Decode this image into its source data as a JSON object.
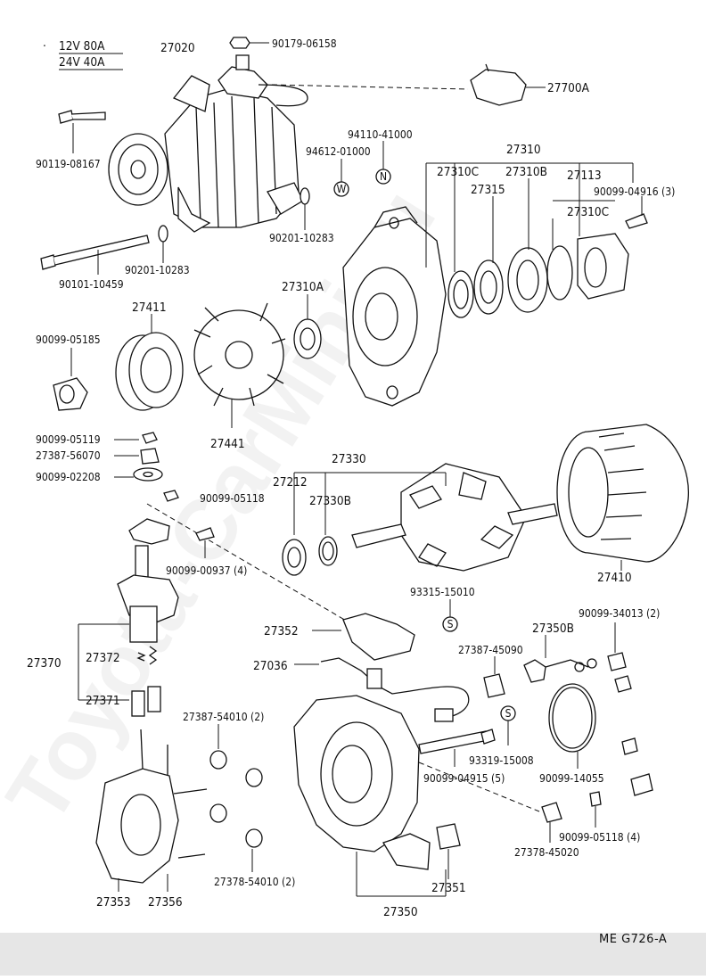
{
  "diagram": {
    "spec": {
      "line1": "12V 80A",
      "line2": "24V 40A"
    },
    "watermark": "Toyota-CarMini.ru",
    "figure_code": "ME  G726-A",
    "labels": {
      "p27020": "27020",
      "p90179_06158": "90179-06158",
      "p27700A": "27700A",
      "p90119_08167": "90119-08167",
      "p94110_41000": "94110-41000",
      "p94612_01000": "94612-01000",
      "p27310": "27310",
      "p27310C_a": "27310C",
      "p27310B": "27310B",
      "p27315": "27315",
      "p27113": "27113",
      "p90099_04916": "90099-04916 (3)",
      "p27310C_b": "27310C",
      "p90201_10283_a": "90201-10283",
      "p90201_10283_b": "90201-10283",
      "p90101_10459": "90101-10459",
      "p27310A": "27310A",
      "p27411": "27411",
      "p90099_05185": "90099-05185",
      "p27441": "27441",
      "p90099_05119": "90099-05119",
      "p27387_56070": "27387-56070",
      "p90099_02208": "90099-02208",
      "p90099_05118_a": "90099-05118",
      "p27330": "27330",
      "p27212": "27212",
      "p27330B": "27330B",
      "p27410": "27410",
      "p90099_00937": "90099-00937 (4)",
      "p93315_15010": "93315-15010",
      "p27352": "27352",
      "p27350B": "27350B",
      "p90099_34013": "90099-34013 (2)",
      "p27387_45090": "27387-45090",
      "p27370": "27370",
      "p27372": "27372",
      "p27036": "27036",
      "p27371": "27371",
      "p27387_54010": "27387-54010 (2)",
      "p93319_15008": "93319-15008",
      "p90099_04915": "90099-04915 (5)",
      "p90099_14055": "90099-14055",
      "p90099_05118_b": "90099-05118 (4)",
      "p27378_45020": "27378-45020",
      "p27378_54010": "27378-54010 (2)",
      "p27351": "27351",
      "p27353": "27353",
      "p27356": "27356",
      "p27350": "27350"
    },
    "symbols": {
      "washer_w": "W",
      "nut_n": "N",
      "screw_s1": "S",
      "screw_s2": "S"
    }
  }
}
